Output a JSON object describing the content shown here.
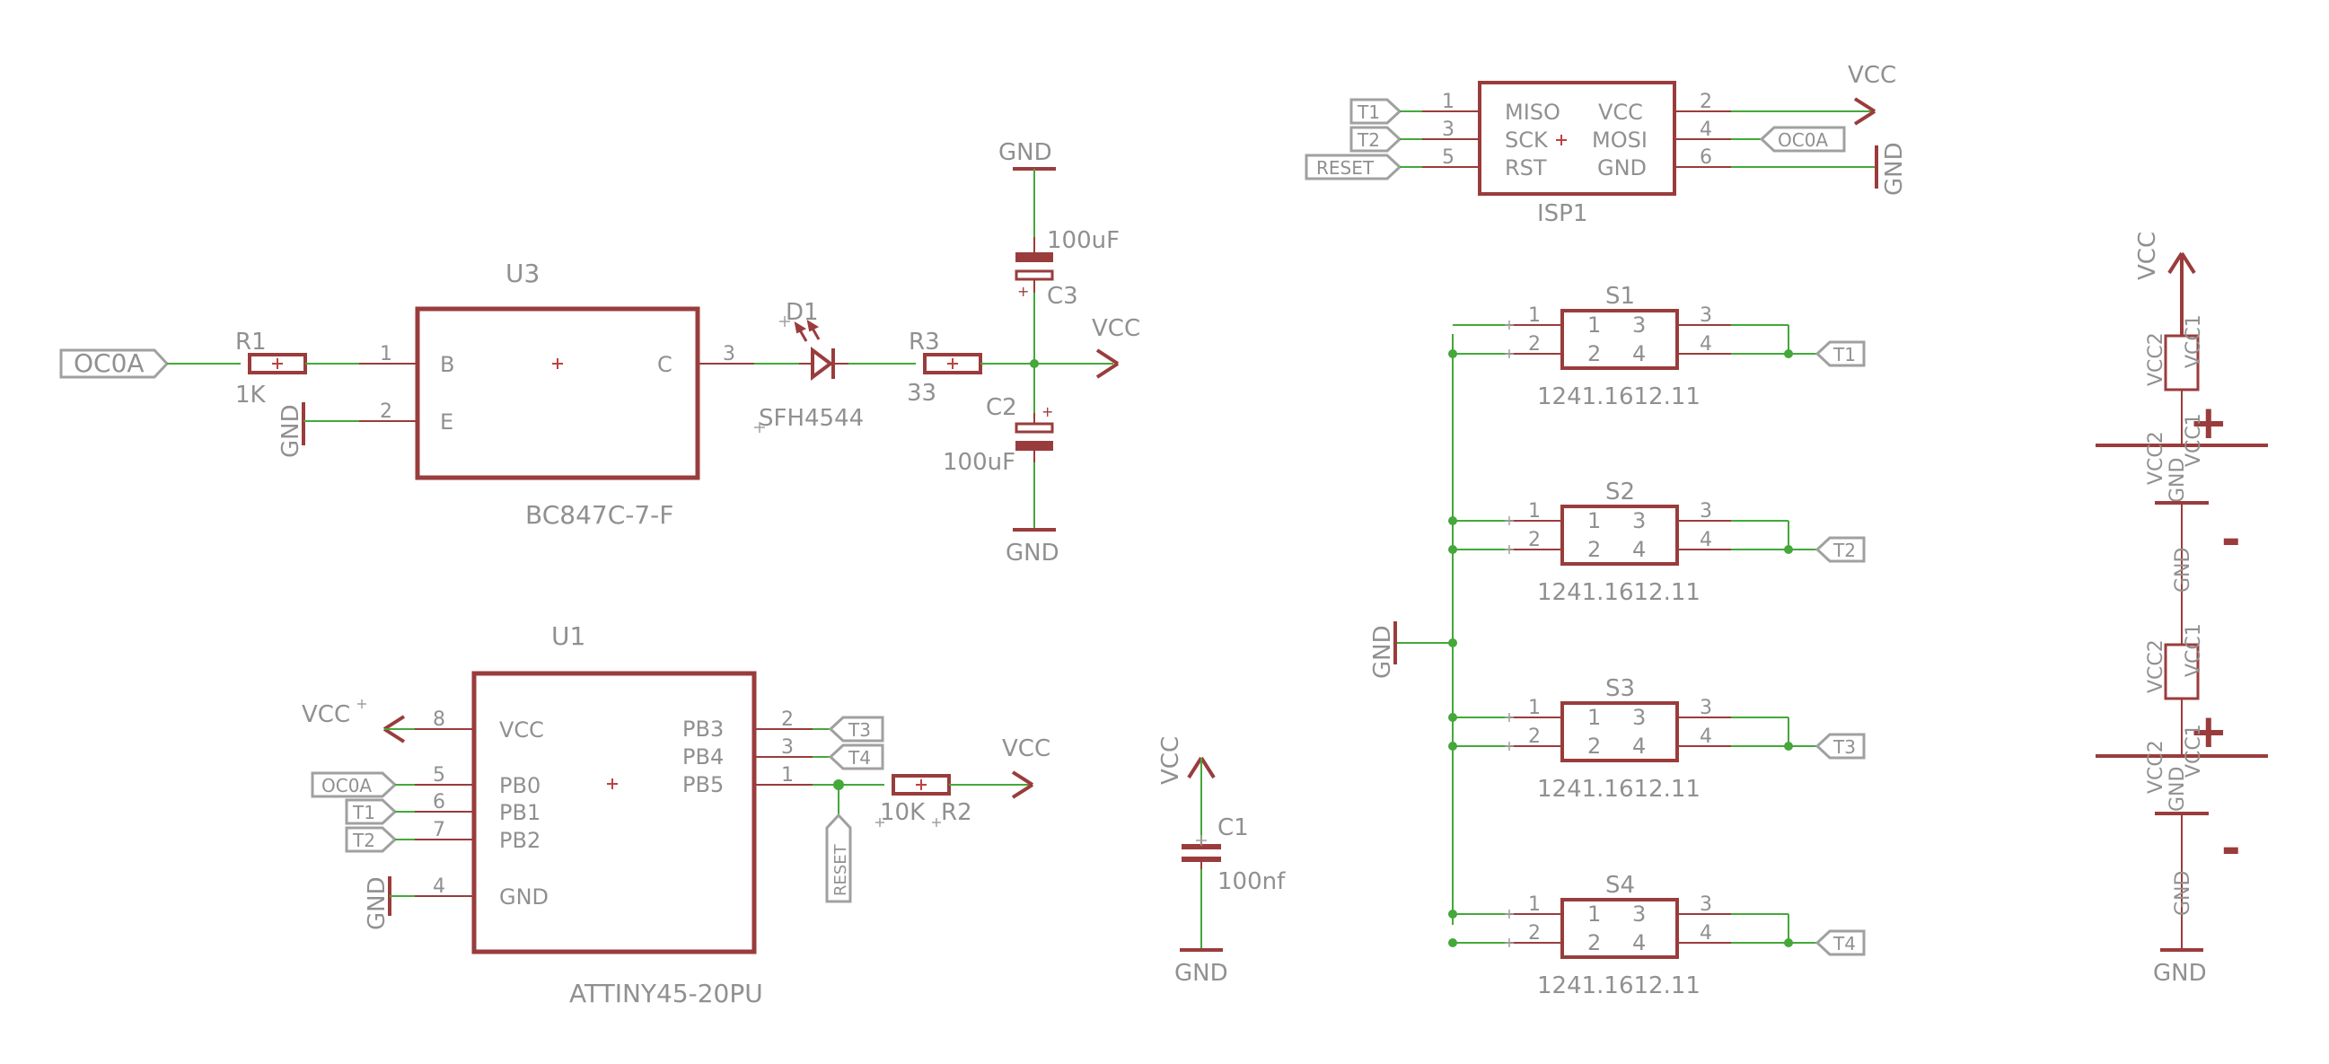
{
  "colors": {
    "part": "#9a3c3c",
    "wire": "#44a83a",
    "text": "#909090",
    "label_border": "#a0a0a0"
  },
  "U3": {
    "name": "U3",
    "value": "BC847C-7-F",
    "pin1": "1",
    "pin2": "2",
    "pin3": "3",
    "B": "B",
    "E": "E",
    "C": "C"
  },
  "R1": {
    "name": "R1",
    "value": "1K"
  },
  "D1": {
    "name": "D1",
    "value": "SFH4544"
  },
  "R3": {
    "name": "R3",
    "value": "33"
  },
  "C3": {
    "name": "C3",
    "value": "100uF"
  },
  "C2": {
    "name": "C2",
    "value": "100uF"
  },
  "U1": {
    "name": "U1",
    "value": "ATTINY45-20PU",
    "pins": {
      "vcc": "VCC",
      "pb0": "PB0",
      "pb1": "PB1",
      "pb2": "PB2",
      "gnd": "GND",
      "pb3": "PB3",
      "pb4": "PB4",
      "pb5": "PB5"
    },
    "nums": {
      "n8": "8",
      "n5": "5",
      "n6": "6",
      "n7": "7",
      "n4": "4",
      "n2": "2",
      "n3": "3",
      "n1": "1"
    }
  },
  "R2": {
    "name": "R2",
    "value": "10K"
  },
  "C1": {
    "name": "C1",
    "value": "100nf"
  },
  "ISP1": {
    "name": "ISP1",
    "pins": {
      "miso": "MISO",
      "sck": "SCK",
      "rst": "RST",
      "vcc": "VCC",
      "mosi": "MOSI",
      "gnd": "GND"
    },
    "nums": {
      "n1": "1",
      "n3": "3",
      "n5": "5",
      "n2": "2",
      "n4": "4",
      "n6": "6"
    }
  },
  "switches": [
    {
      "name": "S1",
      "value": "1241.1612.11",
      "label": "T1"
    },
    {
      "name": "S2",
      "value": "1241.1612.11",
      "label": "T2"
    },
    {
      "name": "S3",
      "value": "1241.1612.11",
      "label": "T3"
    },
    {
      "name": "S4",
      "value": "1241.1612.11",
      "label": "T4"
    }
  ],
  "switch_pins": {
    "p1": "1",
    "p2": "2",
    "p3": "3",
    "p4": "4"
  },
  "nets": {
    "vcc": "VCC",
    "gnd": "GND",
    "oc0a": "OC0A",
    "t1": "T1",
    "t2": "T2",
    "t3": "T3",
    "t4": "T4",
    "reset": "RESET"
  },
  "battery": {
    "vcc1": "VCC1",
    "vcc2": "VCC2",
    "gnd": "GND",
    "plus": "+",
    "minus": "-"
  }
}
